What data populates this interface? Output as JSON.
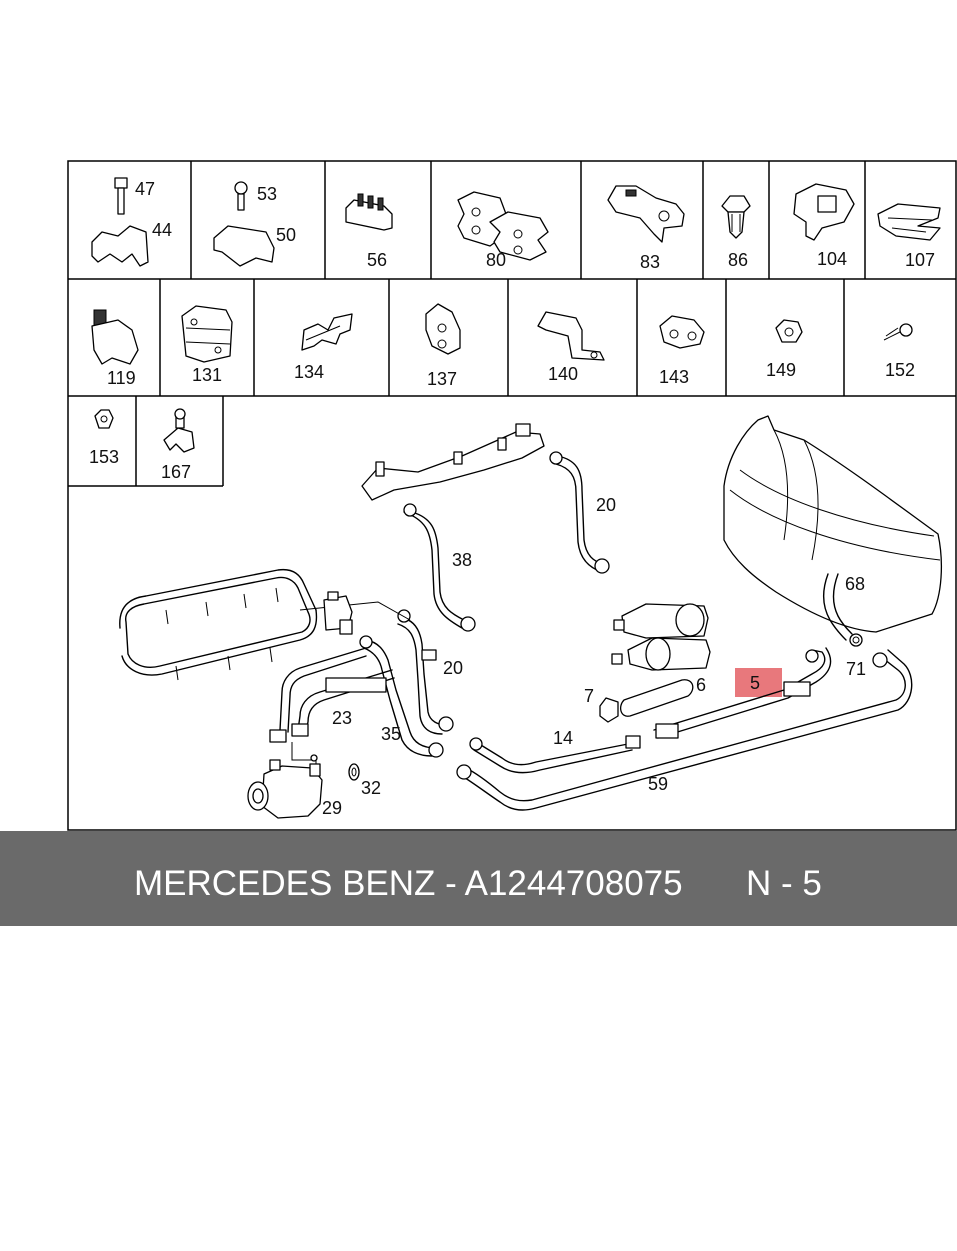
{
  "diagram": {
    "colors": {
      "highlight": "#e8787c",
      "footer_bg": "#6a6a6a",
      "footer_text": "#ffffff"
    },
    "callouts": {
      "p47": "47",
      "p44": "44",
      "p53": "53",
      "p50": "50",
      "p56": "56",
      "p80": "80",
      "p83": "83",
      "p86": "86",
      "p104": "104",
      "p107": "107",
      "p119": "119",
      "p131": "131",
      "p134": "134",
      "p137": "137",
      "p140": "140",
      "p143": "143",
      "p149": "149",
      "p152": "152",
      "p153": "153",
      "p167": "167",
      "p20a": "20",
      "p38": "38",
      "p68": "68",
      "p71": "71",
      "p20b": "20",
      "p6": "6",
      "p7": "7",
      "p5": "5",
      "p23": "23",
      "p35": "35",
      "p14": "14",
      "p32": "32",
      "p29": "29",
      "p59": "59"
    }
  },
  "footer": {
    "brand_part": "MERCEDES BENZ - A1244708075",
    "position": "N - 5"
  }
}
